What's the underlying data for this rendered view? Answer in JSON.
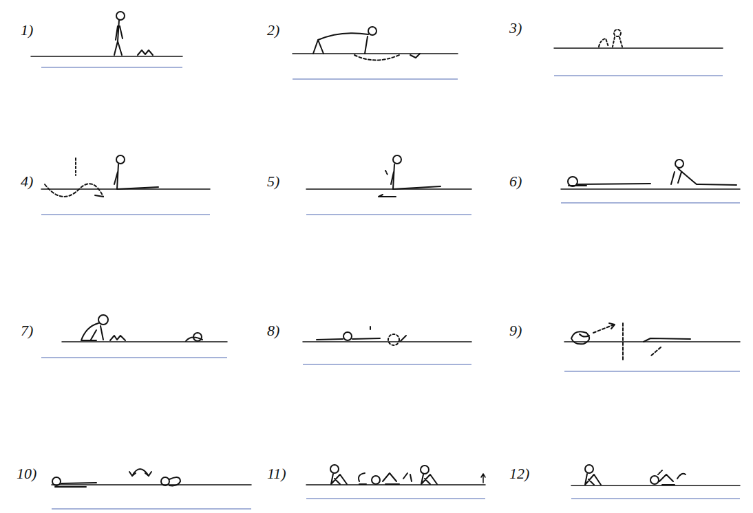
{
  "diagram": {
    "labels": [
      "1)",
      "2)",
      "3)",
      "4)",
      "5)",
      "6)",
      "7)",
      "8)",
      "9)",
      "10)",
      "11)",
      "12)"
    ]
  }
}
